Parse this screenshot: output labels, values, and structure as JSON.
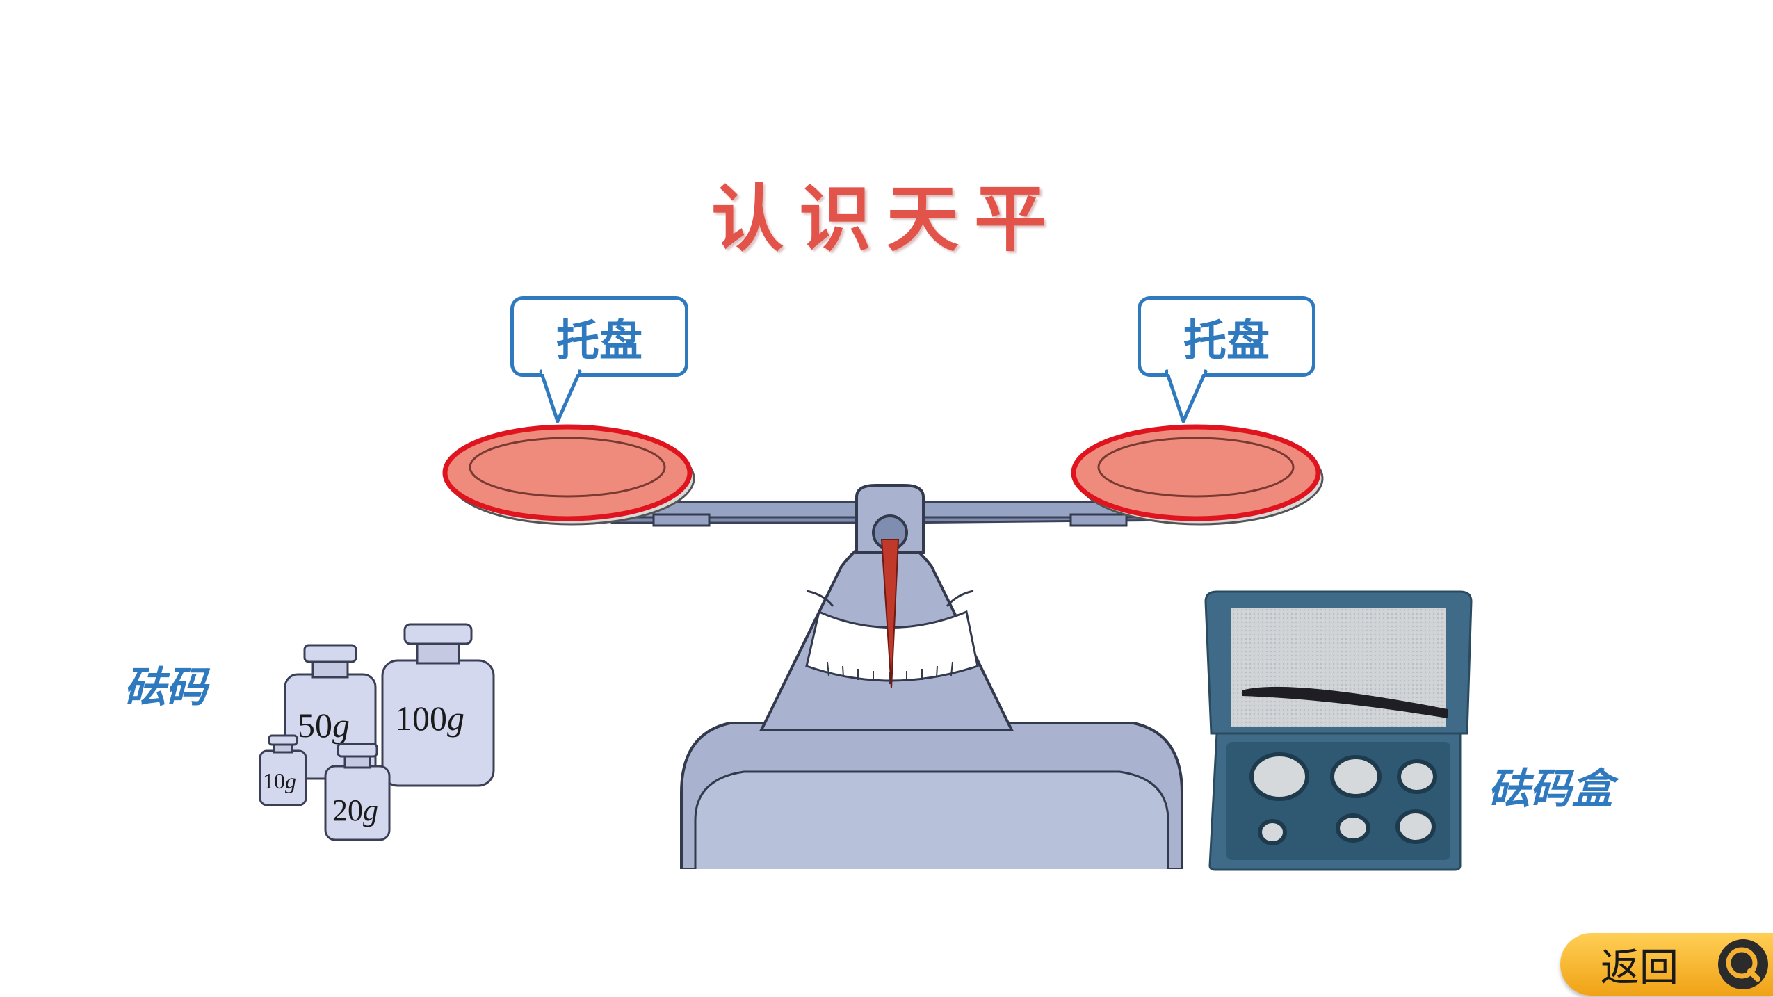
{
  "title": "认识天平",
  "callouts": {
    "left_tray": "托盘",
    "right_tray": "托盘"
  },
  "labels": {
    "weights": "砝码",
    "weight_box": "砝码盒"
  },
  "weights": [
    {
      "value": "50",
      "unit": "g"
    },
    {
      "value": "100",
      "unit": "g"
    },
    {
      "value": "10",
      "unit": "g"
    },
    {
      "value": "20",
      "unit": "g"
    }
  ],
  "nav": {
    "back_label": "返回",
    "back_icon": "magnifier-icon"
  },
  "colors": {
    "title": "#e2534a",
    "accent_blue": "#2f79be",
    "tray_fill": "#ef8b7c",
    "tray_outline": "#e0141e",
    "balance_body": "#a9b3cf",
    "weight_box": "#4a6f87",
    "back_button": "#f4b030"
  }
}
